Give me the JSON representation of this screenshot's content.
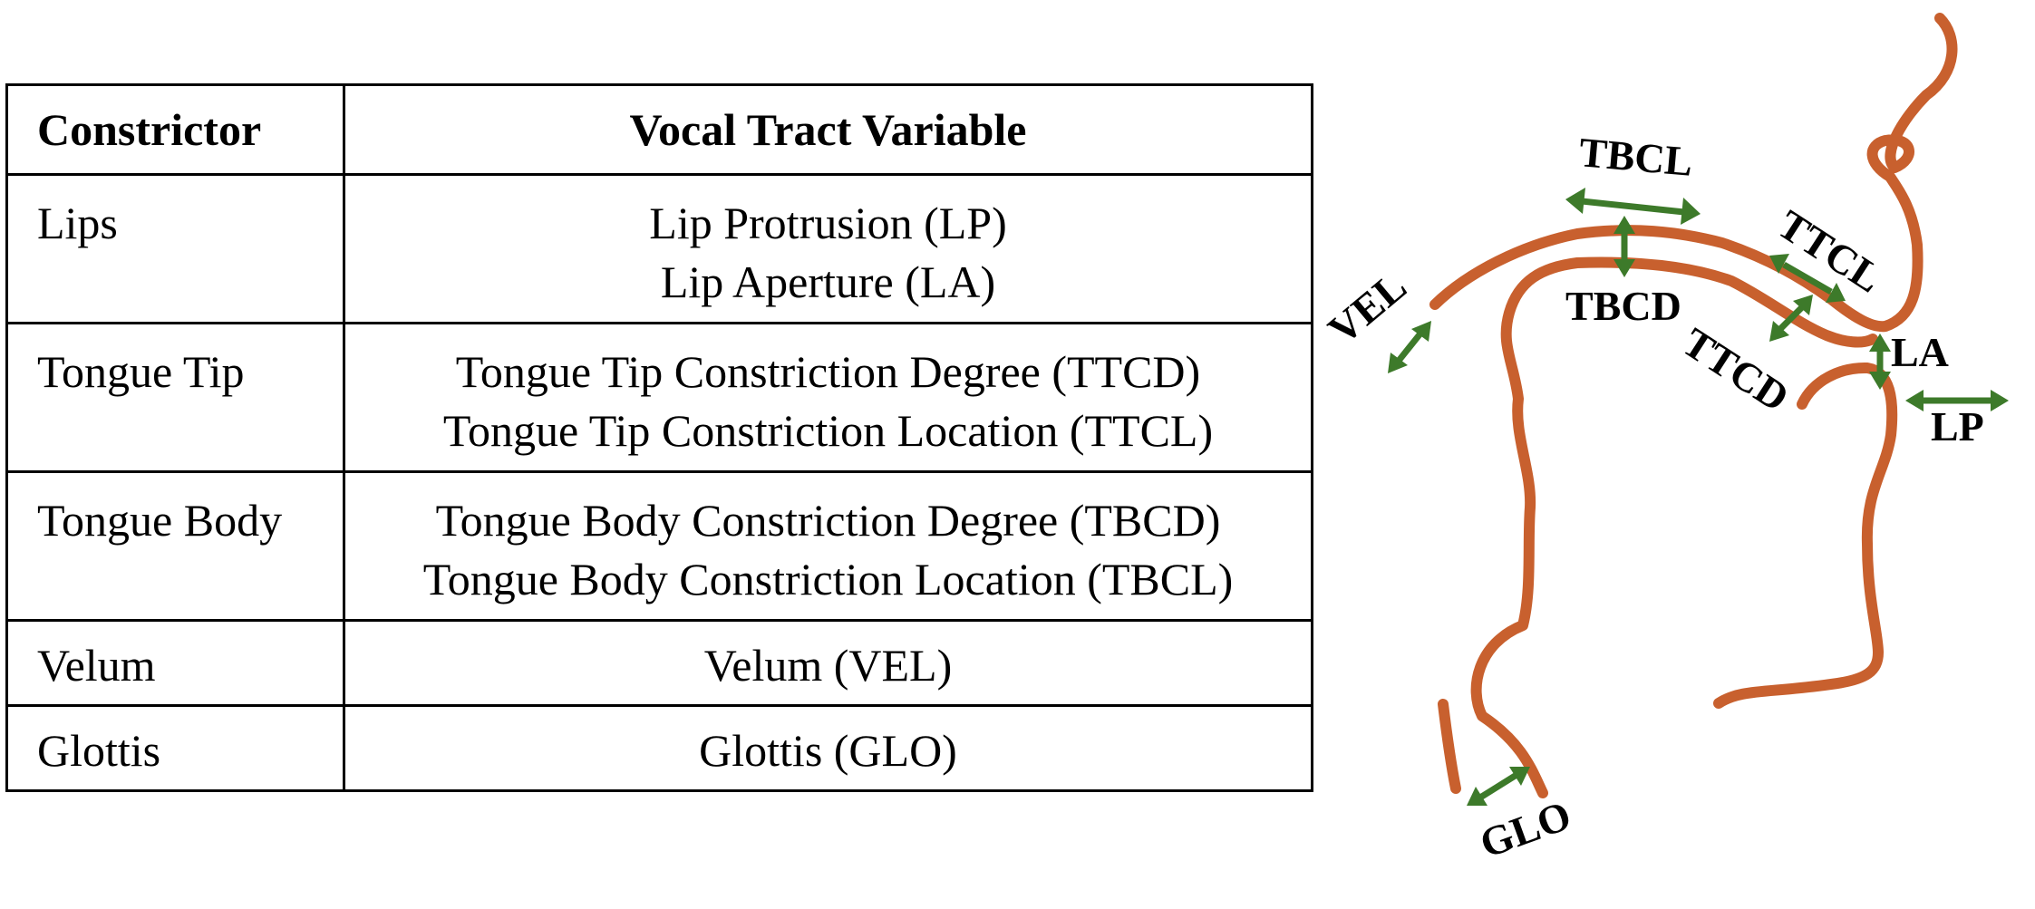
{
  "table": {
    "headers": {
      "constrictor": "Constrictor",
      "variable": "Vocal Tract Variable"
    },
    "rows": [
      {
        "constrictor": "Lips",
        "variables": [
          "Lip Protrusion (LP)",
          "Lip Aperture (LA)"
        ]
      },
      {
        "constrictor": "Tongue Tip",
        "variables": [
          "Tongue Tip Constriction Degree (TTCD)",
          "Tongue Tip Constriction Location (TTCL)"
        ]
      },
      {
        "constrictor": "Tongue Body",
        "variables": [
          "Tongue Body Constriction Degree (TBCD)",
          "Tongue Body Constriction Location (TBCL)"
        ]
      },
      {
        "constrictor": "Velum",
        "variables": [
          "Velum (VEL)"
        ]
      },
      {
        "constrictor": "Glottis",
        "variables": [
          "Glottis (GLO)"
        ]
      }
    ]
  },
  "diagram": {
    "labels": {
      "tbcl": "TBCL",
      "ttcl": "TTCL",
      "tbcd": "TBCD",
      "ttcd": "TTCD",
      "vel": "VEL",
      "la": "LA",
      "lp": "LP",
      "glo": "GLO"
    },
    "colors": {
      "tract_outline": "#c8602e",
      "arrows": "#3d7a2a",
      "labels": "#000000"
    }
  }
}
